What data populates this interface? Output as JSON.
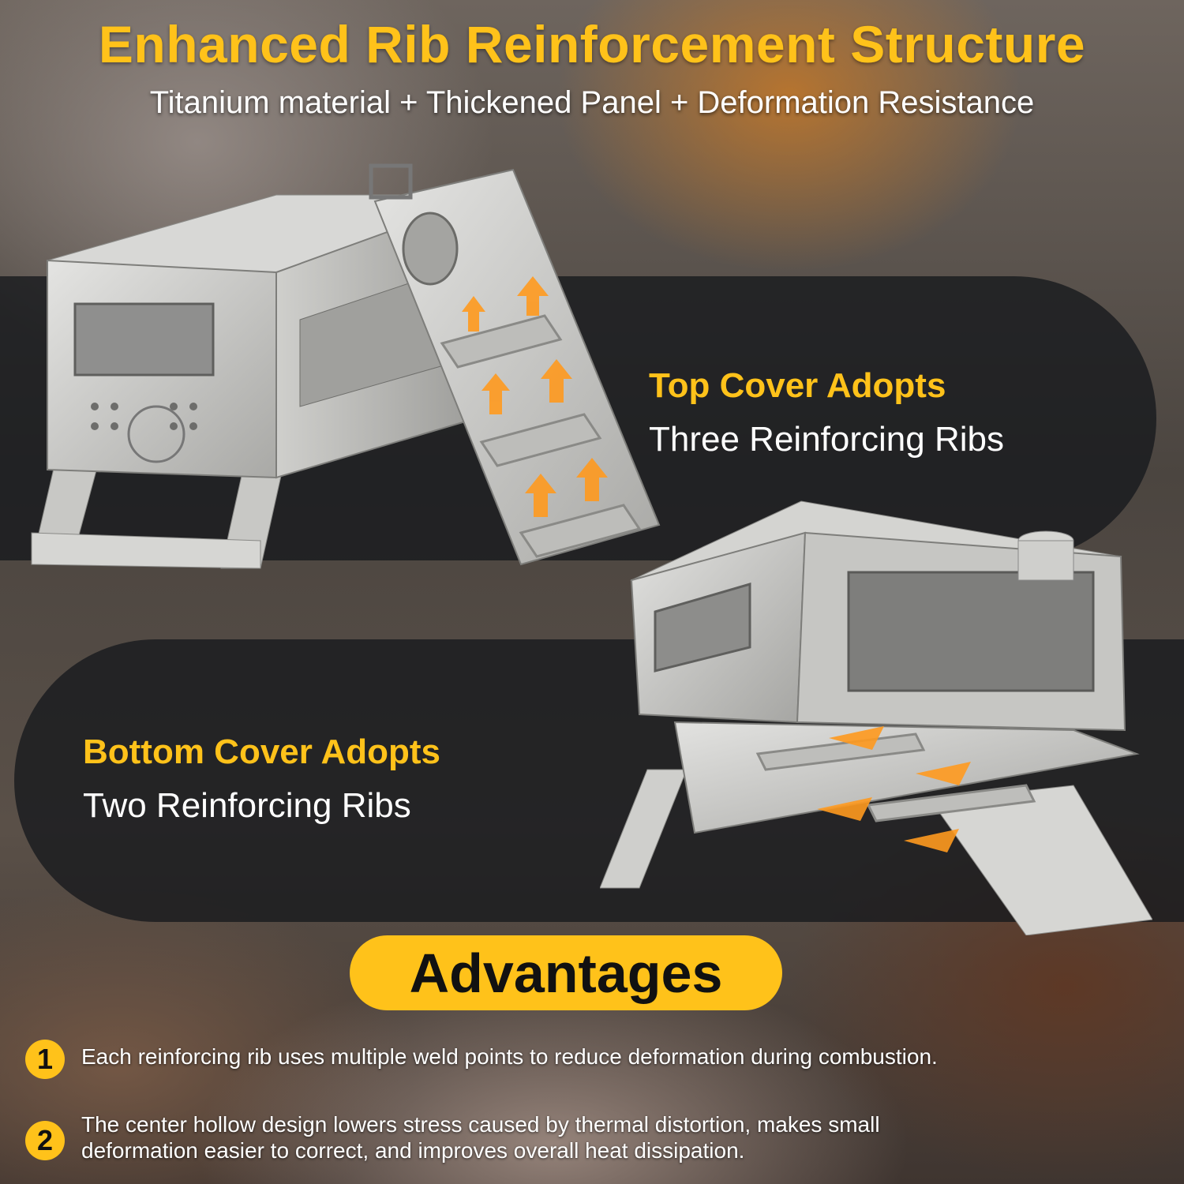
{
  "header": {
    "title": "Enhanced Rib Reinforcement Structure",
    "subtitle": "Titanium material + Thickened Panel + Deformation Resistance"
  },
  "top_feature": {
    "heading": "Top Cover Adopts",
    "body": "Three Reinforcing Ribs"
  },
  "bottom_feature": {
    "heading": "Bottom Cover Adopts",
    "body": "Two Reinforcing Ribs"
  },
  "advantages": {
    "label": "Advantages",
    "items": [
      {
        "number": "1",
        "text": "Each reinforcing rib uses multiple weld points to reduce deformation during combustion."
      },
      {
        "number": "2",
        "text": "The center hollow design lowers stress caused by thermal distortion, makes small deformation easier to correct, and improves overall heat dissipation."
      }
    ]
  },
  "colors": {
    "accent": "#ffc21a",
    "arrow": "#ff9a1f",
    "band": "#16181c",
    "text": "#ffffff"
  },
  "icons": [
    "stove-open-lid-illustration",
    "stove-bottom-view-illustration",
    "heat-arrow-icon"
  ]
}
